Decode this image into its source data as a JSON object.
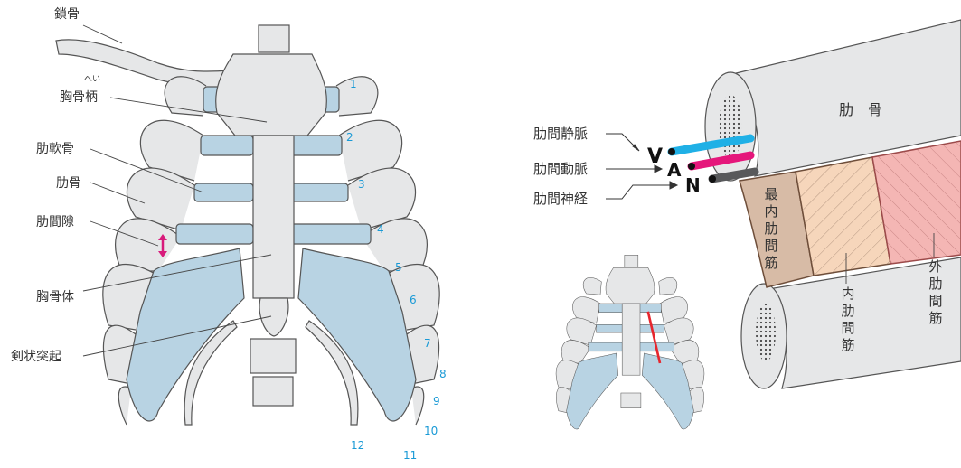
{
  "left_labels": {
    "clavicle": "鎖骨",
    "manubrium_ruby": "へい",
    "manubrium": "胸骨柄",
    "costal_cartilage": "肋軟骨",
    "rib": "肋骨",
    "intercostal_space": "肋間隙",
    "sternum_body": "胸骨体",
    "xiphoid": "剣状突起"
  },
  "rib_numbers": [
    "1",
    "2",
    "3",
    "4",
    "5",
    "6",
    "7",
    "8",
    "9",
    "10",
    "11",
    "12"
  ],
  "right_labels": {
    "vein": "肋間静脈",
    "artery": "肋間動脈",
    "nerve": "肋間神経",
    "v_letter": "V",
    "a_letter": "A",
    "n_letter": "N",
    "rib_bone": "肋　骨",
    "innermost": "最内肋間筋",
    "internal": "内肋間筋",
    "external": "外肋間筋"
  },
  "colors": {
    "bone": "#e6e7e8",
    "cartilage": "#b8d3e3",
    "vein": "#1fb0e6",
    "artery": "#e5177b",
    "nerve": "#58595b",
    "number_text": "#1a9ad6",
    "marker_red": "#e6262e",
    "innermost_muscle": "#d7bba6",
    "internal_muscle": "#f6d6bb",
    "external_muscle": "#f4b6b4"
  }
}
